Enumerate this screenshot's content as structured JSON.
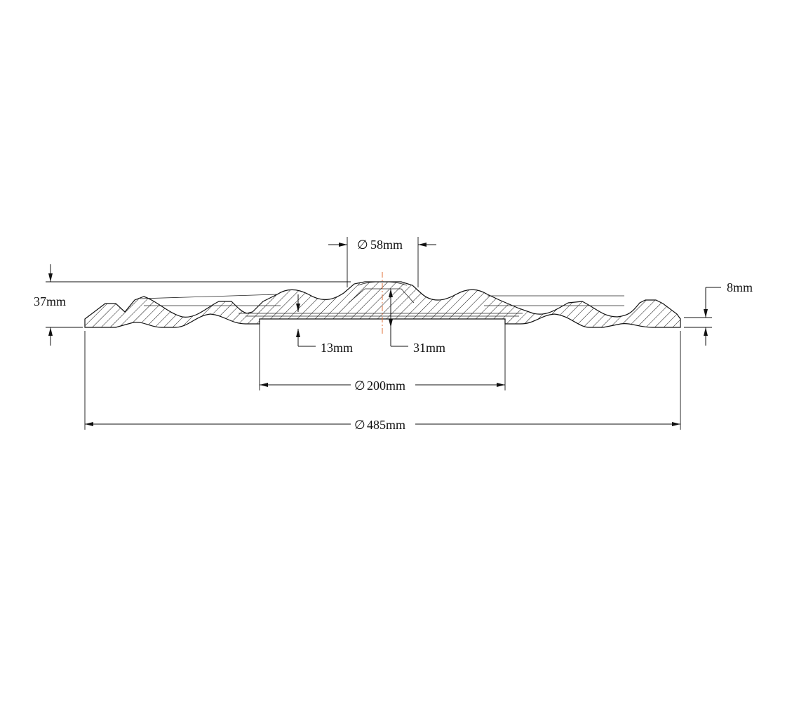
{
  "drawing": {
    "colors": {
      "line": "#111111",
      "center_line": "#e0703a",
      "background": "#ffffff"
    },
    "dimensions": {
      "overall_height": "37mm",
      "flange_height": "8mm",
      "center_dia_symbol": "∅",
      "center_dia": "58mm",
      "inner_step": "13mm",
      "center_height": "31mm",
      "mid_dia_symbol": "∅",
      "mid_dia": "200mm",
      "outer_dia_symbol": "∅",
      "outer_dia": "485mm"
    }
  }
}
